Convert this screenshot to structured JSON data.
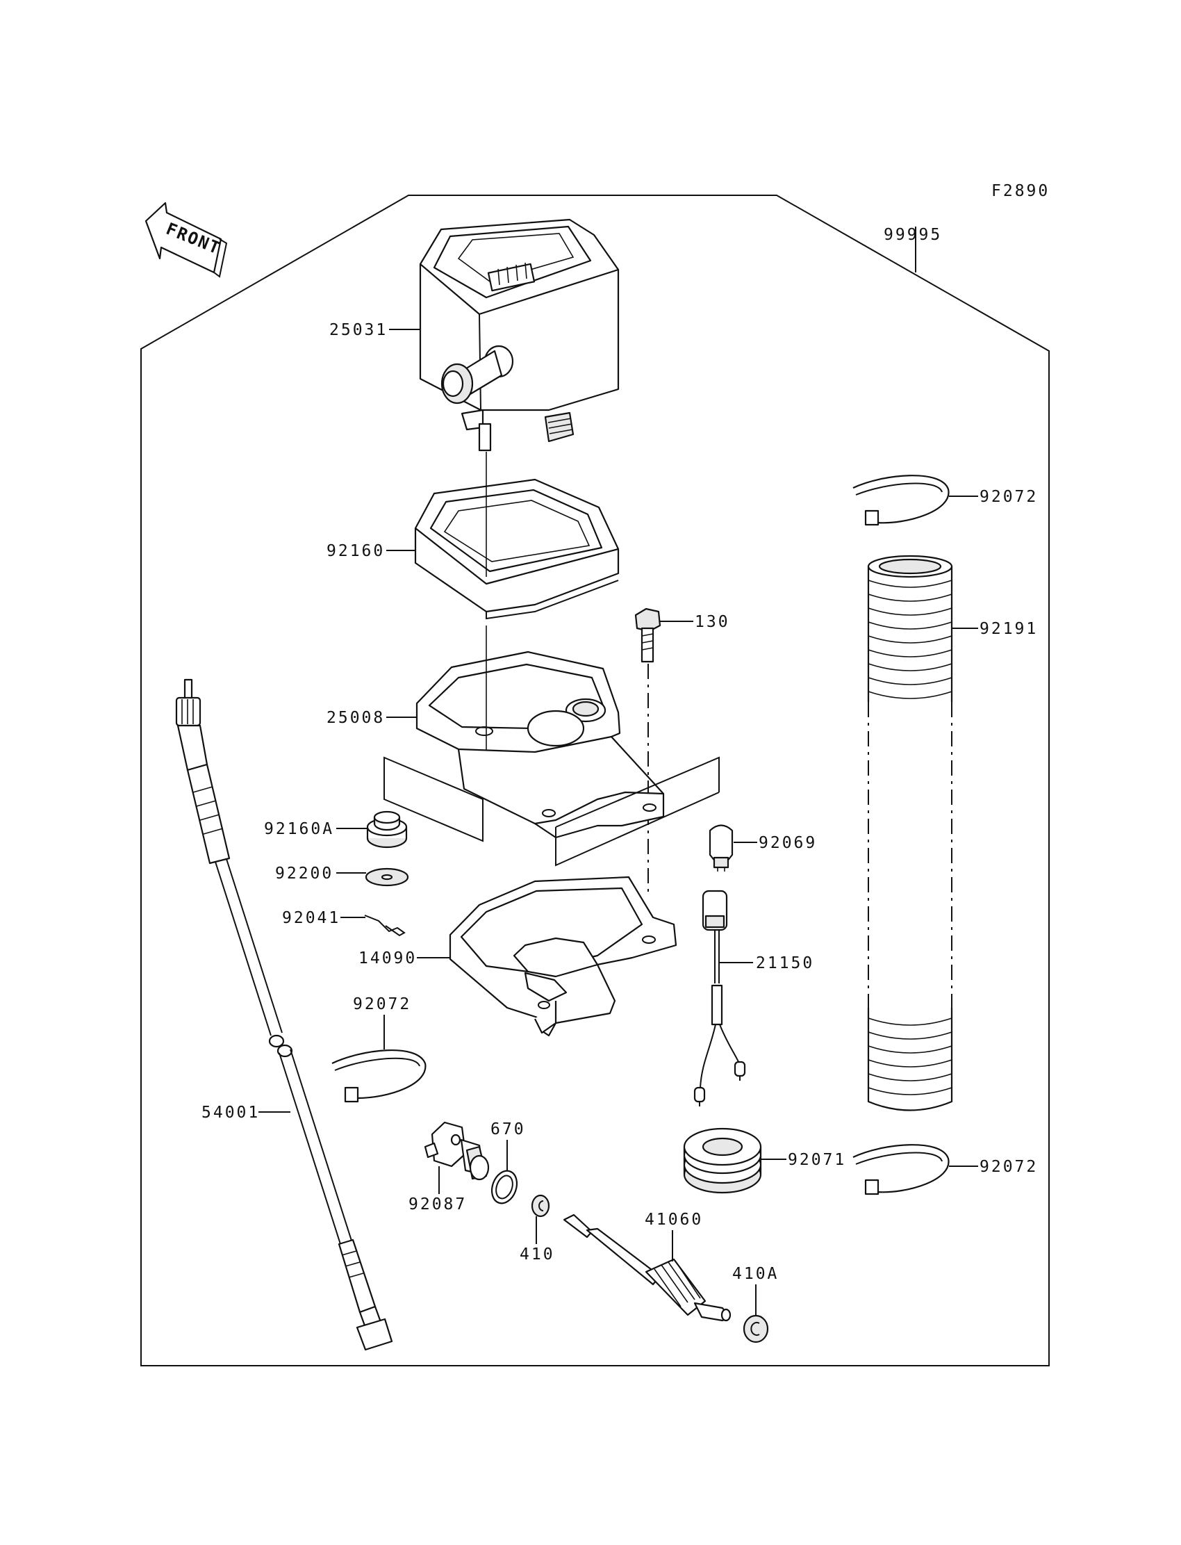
{
  "figure_code": "F2890",
  "front_label": "FRONT",
  "parts": {
    "p99995": "99995",
    "p25031": "25031",
    "p92160": "92160",
    "p130": "130",
    "p25008": "25008",
    "p92160A": "92160A",
    "p92200": "92200",
    "p92041": "92041",
    "p14090": "14090",
    "p92069": "92069",
    "p21150": "21150",
    "p92072_left": "92072",
    "p92072_top": "92072",
    "p92191": "92191",
    "p92072_bottom": "92072",
    "p92071": "92071",
    "p54001": "54001",
    "p670": "670",
    "p92087": "92087",
    "p410": "410",
    "p41060": "41060",
    "p410A": "410A"
  }
}
